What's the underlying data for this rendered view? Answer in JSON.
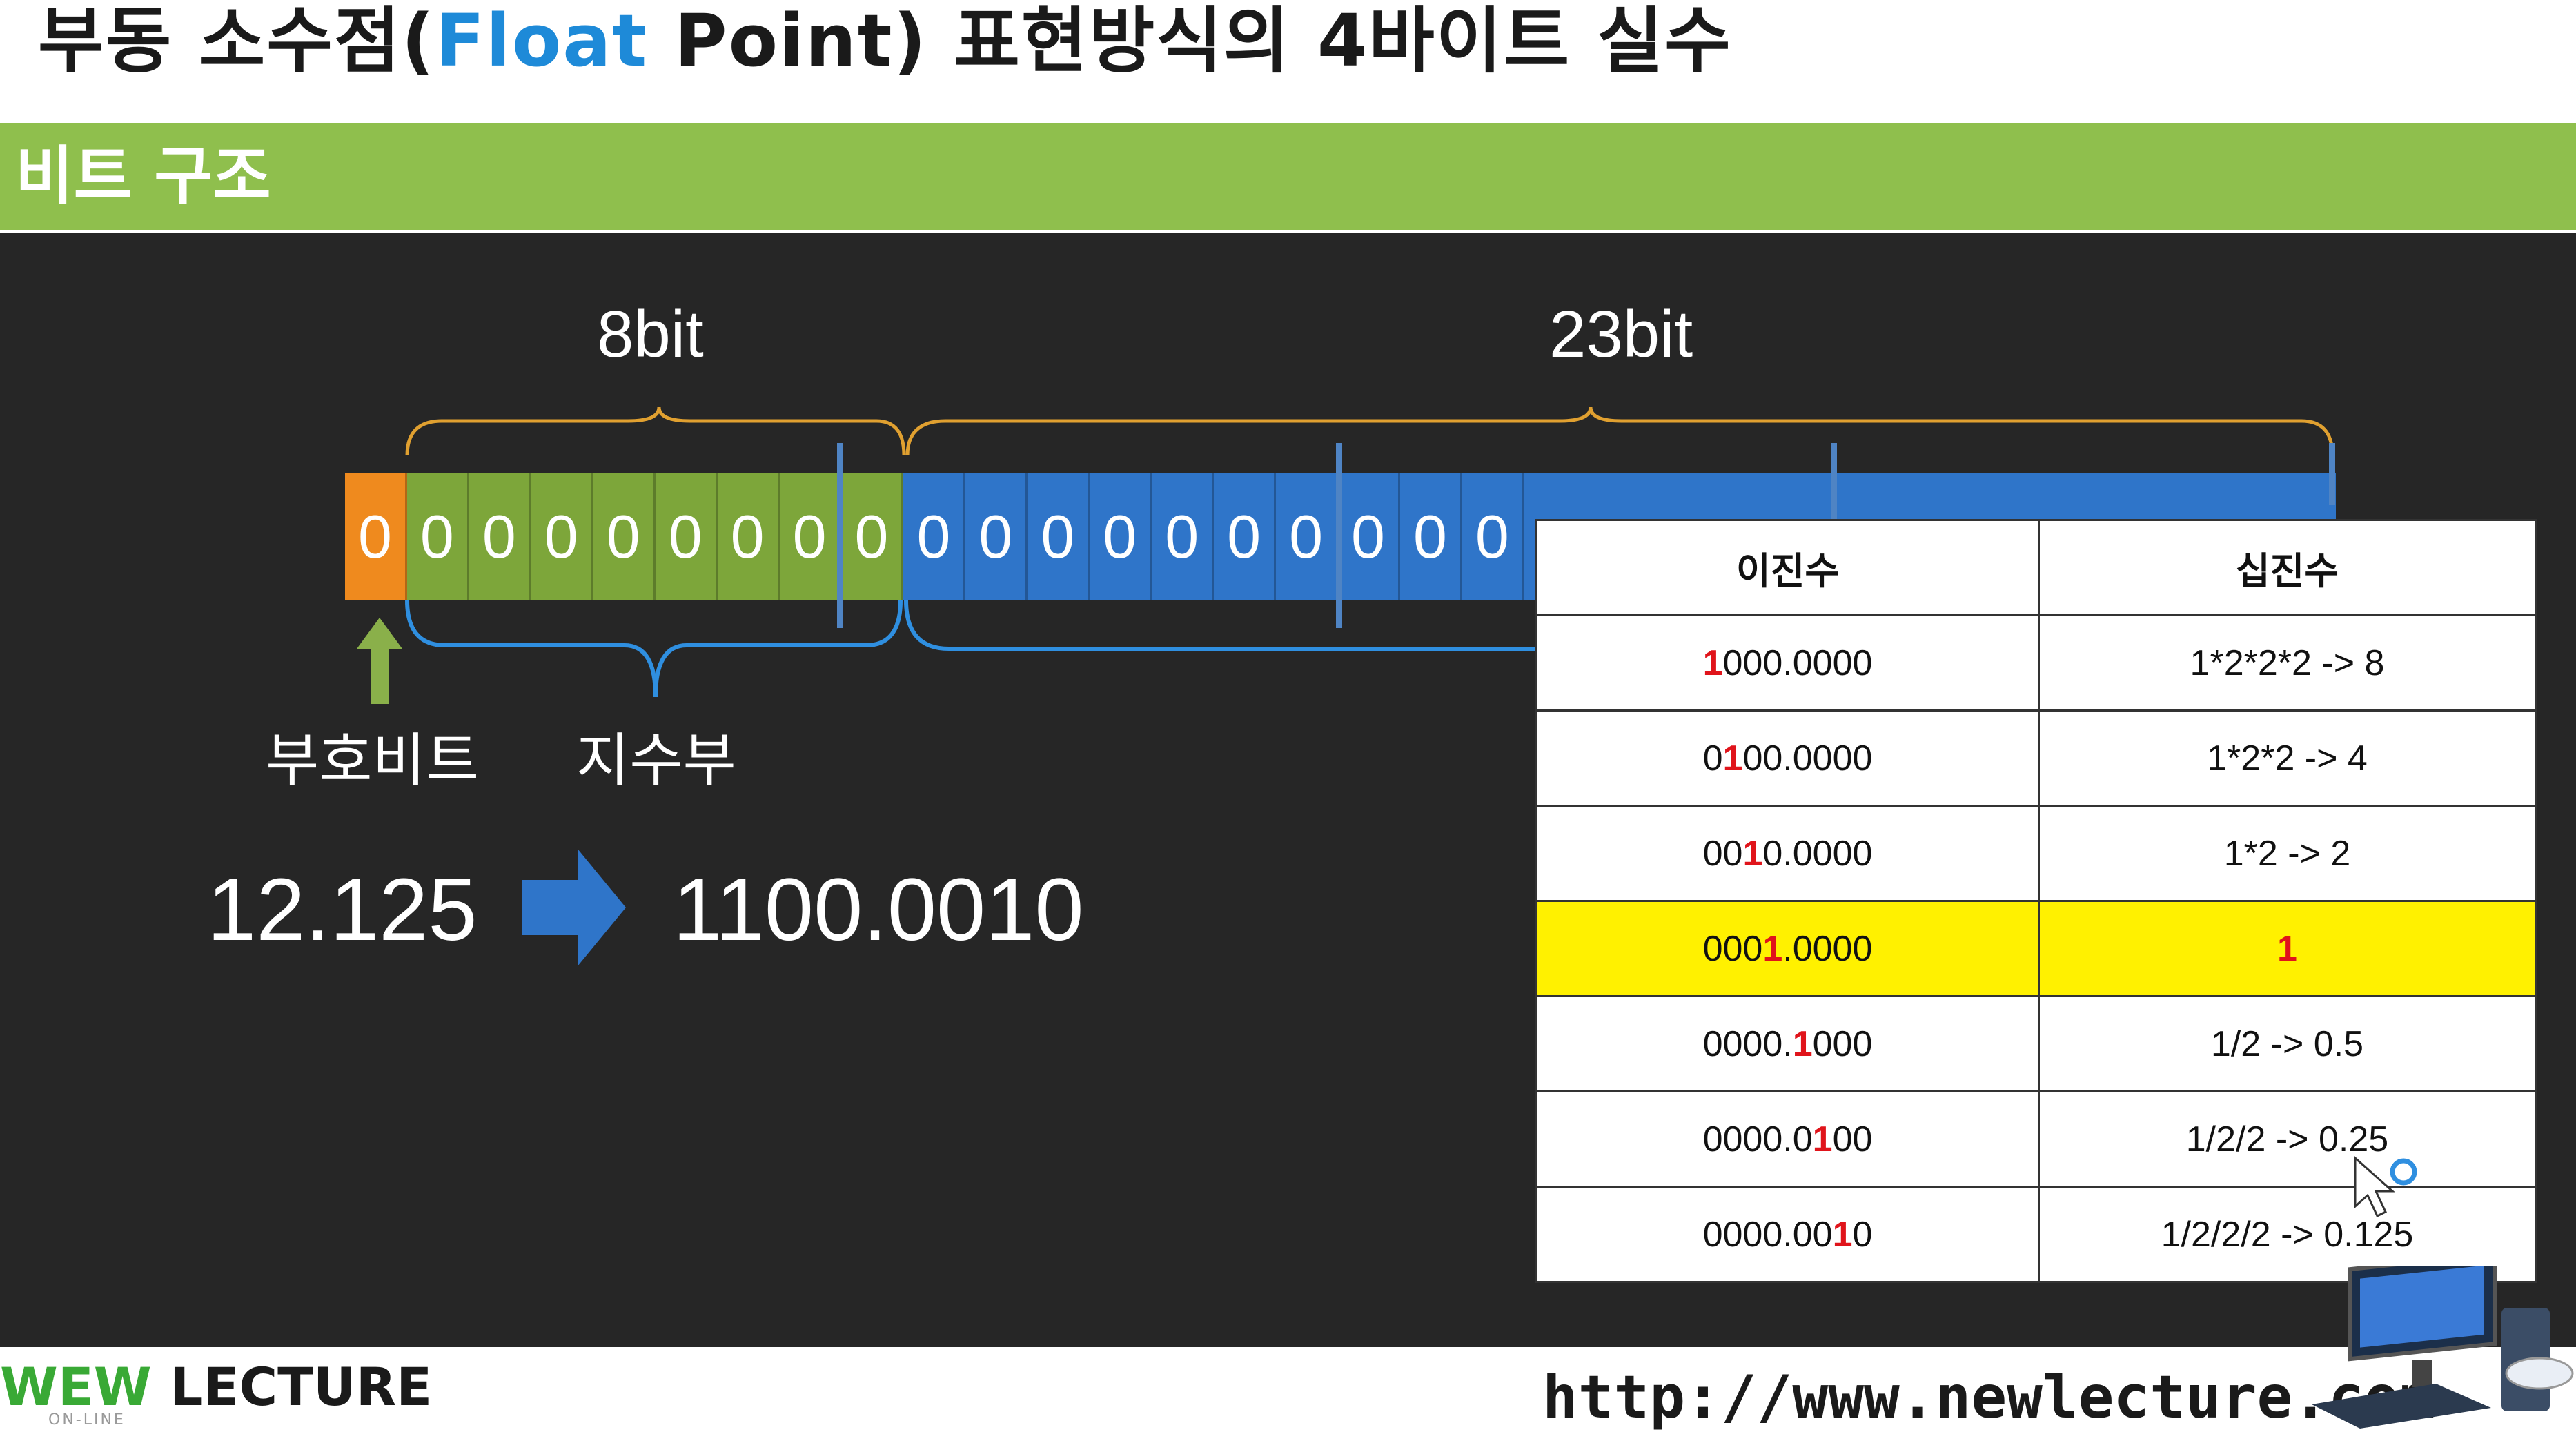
{
  "header": {
    "title_pre": "부동 소수점(",
    "title_highlight": "Float",
    "title_post": " Point) 표현방식의 4바이트 실수"
  },
  "section": {
    "title": "비트 구조"
  },
  "diagram": {
    "exp_label": "8bit",
    "man_label": "23bit",
    "bits_visible": [
      "0",
      "0",
      "0",
      "0",
      "0",
      "0",
      "0",
      "0",
      "0",
      "0",
      "0",
      "0",
      "0",
      "0",
      "0",
      "0",
      "0",
      "0",
      "0"
    ],
    "sign_caption": "부호비트",
    "exp_caption": "지수부",
    "colors": {
      "sign": "#ef8a1e",
      "exponent": "#7da63a",
      "mantissa": "#2f75c9",
      "brace_top": "#e0a030",
      "brace_bottom": "#2f8fe0"
    }
  },
  "conversion": {
    "decimal": "12.125",
    "binary": "1100.0010",
    "arrow_icon": "arrow-right-icon"
  },
  "table": {
    "headers": [
      "이진수",
      "십진수"
    ],
    "rows": [
      {
        "bin_pre": "",
        "bin_red": "1",
        "bin_post": "000.0000",
        "dec": "1*2*2*2 -> 8",
        "highlight": false
      },
      {
        "bin_pre": "0",
        "bin_red": "1",
        "bin_post": "00.0000",
        "dec": "1*2*2 -> 4",
        "highlight": false
      },
      {
        "bin_pre": "00",
        "bin_red": "1",
        "bin_post": "0.0000",
        "dec": "1*2 -> 2",
        "highlight": false
      },
      {
        "bin_pre": "000",
        "bin_red": "1",
        "bin_post": ".0000",
        "dec": "1",
        "highlight": true
      },
      {
        "bin_pre": "0000.",
        "bin_red": "1",
        "bin_post": "000",
        "dec": "1/2 -> 0.5",
        "highlight": false
      },
      {
        "bin_pre": "0000.0",
        "bin_red": "1",
        "bin_post": "00",
        "dec": "1/2/2 -> 0.25",
        "highlight": false
      },
      {
        "bin_pre": "0000.00",
        "bin_red": "1",
        "bin_post": "0",
        "dec": "1/2/2/2 -> 0.125",
        "highlight": false
      }
    ]
  },
  "footer": {
    "logo_w": "W",
    "logo_ew": "EW",
    "logo_lecture": " LECTURE",
    "logo_sub": "ON-LINE",
    "url": "http://www.newlecture.com"
  }
}
